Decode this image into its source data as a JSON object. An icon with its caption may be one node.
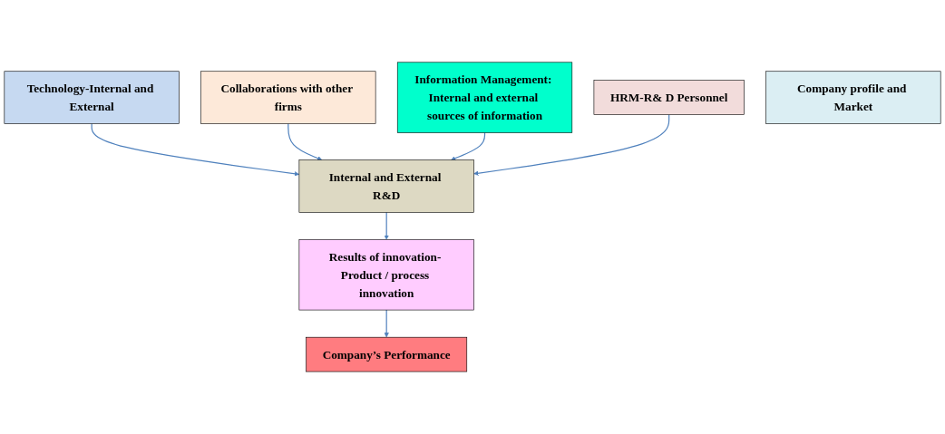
{
  "diagram": {
    "nodes": [
      {
        "text": [
          "Technology-Internal and External"
        ]
      },
      {
        "text": [
          "Collaborations with other firms"
        ]
      },
      {
        "text": [
          "Information Management: Internal and external sources of information"
        ]
      },
      {
        "text": [
          "HRM-R& D Personnel"
        ]
      },
      {
        "text": [
          "Internal and External R&D"
        ]
      },
      {
        "text": [
          "Company profile and Market"
        ]
      },
      {
        "text": [
          "Results of innovation- Product / process innovation"
        ]
      },
      {
        "text": [
          "Company’s Performance"
        ]
      }
    ],
    "edges": [
      {
        "from": 0,
        "to": 4,
        "arrow": "to"
      },
      {
        "from": 1,
        "to": 4,
        "arrow": "to"
      },
      {
        "from": 2,
        "to": 4,
        "arrow": "to"
      },
      {
        "from": 3,
        "to": 4,
        "arrow": "to"
      },
      {
        "from": 4,
        "to": 6,
        "arrow": "to"
      },
      {
        "from": 6,
        "to": 7,
        "arrow": "to"
      }
    ]
  }
}
